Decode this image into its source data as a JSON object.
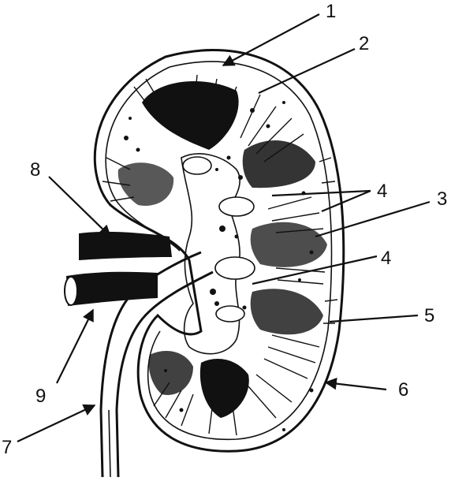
{
  "labels": {
    "l1": "1",
    "l2": "2",
    "l3": "3",
    "l4a": "4",
    "l4b": "4",
    "l5": "5",
    "l6": "6",
    "l7": "7",
    "l8": "8",
    "l9": "9"
  },
  "colors": {
    "ink": "#111111",
    "background": "#ffffff"
  }
}
